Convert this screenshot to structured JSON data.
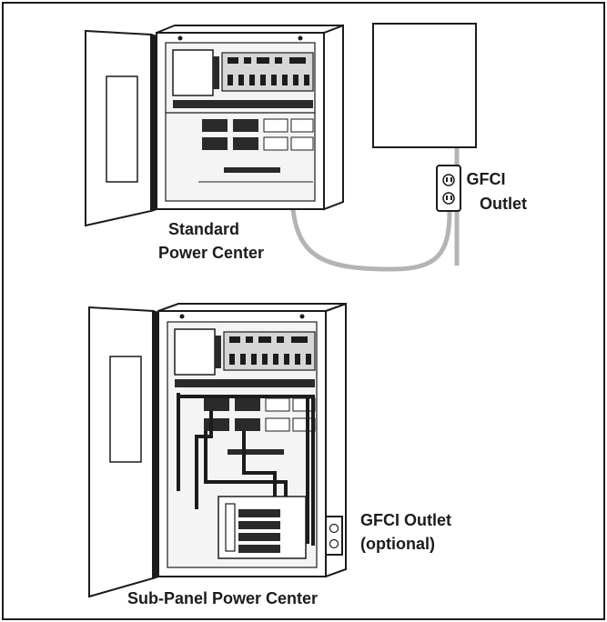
{
  "labels": {
    "standard_line1": "Standard",
    "standard_line2": "Power Center",
    "gfci_line1": "GFCI",
    "gfci_line2": "Outlet",
    "gfci_opt_line1": "GFCI Outlet",
    "gfci_opt_line2": "(optional)",
    "subpanel": "Sub-Panel Power Center"
  },
  "colors": {
    "ink": "#1c1c1c",
    "cable": "#b4b4b4",
    "panel_fill": "#f4f4f4",
    "component_fill": "#d6d6d6",
    "breaker_fill": "#2a2a2a"
  }
}
